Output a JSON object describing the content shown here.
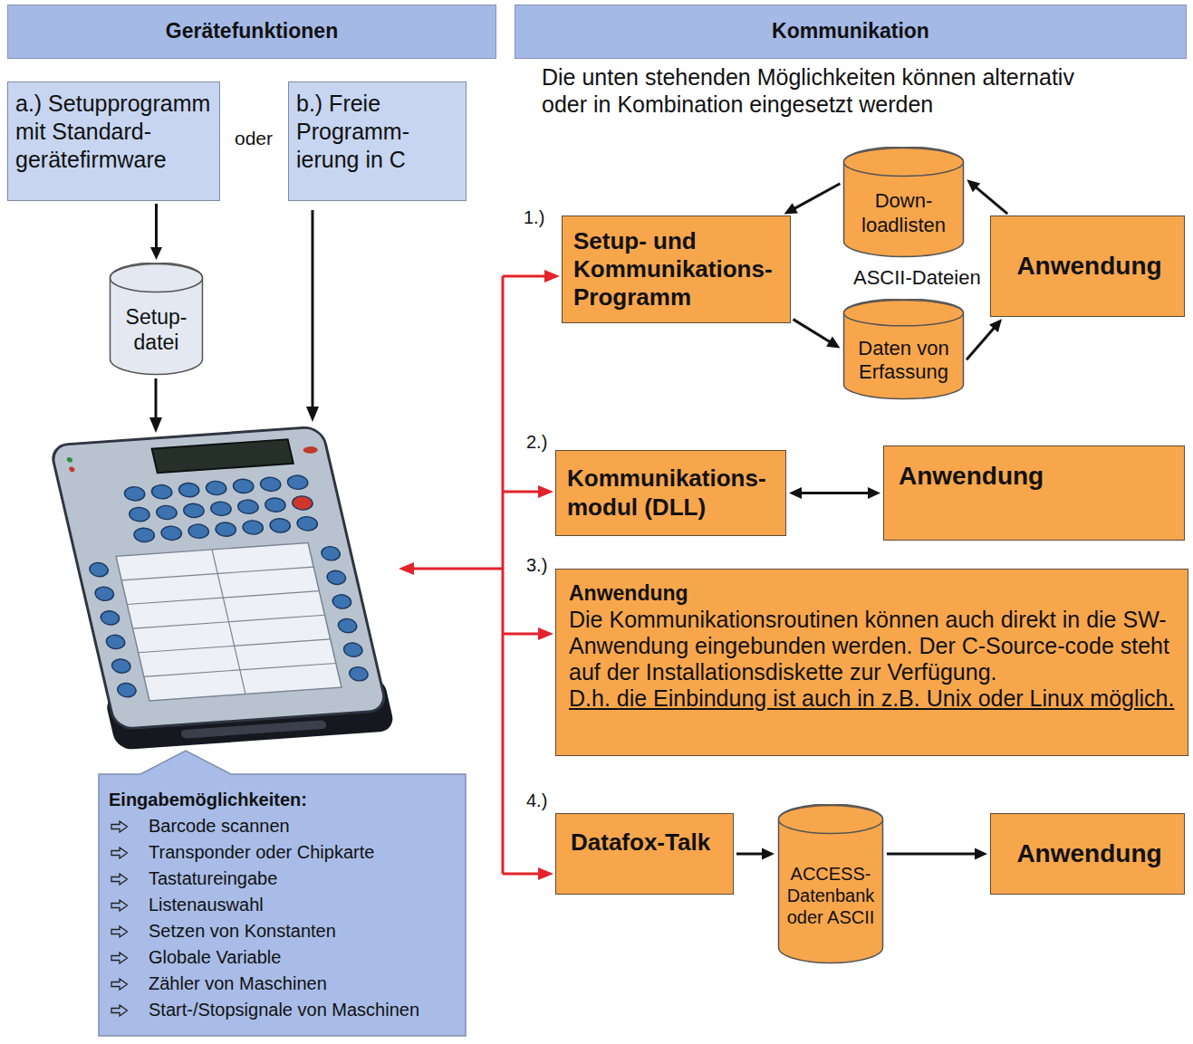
{
  "diagram": {
    "nodes": [
      {
        "text": [
          "Gerätefunktionen"
        ]
      },
      {
        "text": [
          "Kommunikation"
        ]
      },
      {
        "text": [
          "a.) Setupprogramm mit Standard- gerätefirmware"
        ]
      },
      {
        "text": [
          "b.) Freie Programm- ierung in C"
        ]
      },
      {
        "text": [
          "Setup- datei"
        ]
      },
      {
        "text": [
          "Eingabemöglichkeiten:",
          "Barcode scannen",
          "Transponder oder Chipkarte",
          "Tastatureingabe",
          "Listenauswahl",
          "Setzen von Konstanten",
          "Globale Variable",
          "Zähler von Maschinen",
          "Start-/Stopsignale von Maschinen"
        ]
      },
      {
        "text": [
          "Setup- und Kommunikations- Programm"
        ]
      },
      {
        "text": [
          "Down- loadlisten"
        ]
      },
      {
        "text": [
          "Anwendung"
        ]
      },
      {
        "text": [
          "Daten von Erfassung"
        ]
      },
      {
        "text": [
          "Kommunikations- modul (DLL)"
        ]
      },
      {
        "text": [
          "Anwendung"
        ]
      },
      {
        "text": [
          "Anwendung",
          "Die Kommunikationsroutinen können auch direkt in die SW- Anwendung eingebunden werden. Der C-Source-code steht auf der Installationsdiskette zur Verfügung.",
          "D.h. die Einbindung ist auch in z.B. Unix oder Linux möglich."
        ]
      },
      {
        "text": [
          "Datafox-Talk"
        ]
      },
      {
        "text": [
          "ACCESS- Datenbank oder ASCII"
        ]
      },
      {
        "text": [
          "Anwendung"
        ]
      }
    ],
    "edges": [
      {
        "from": 2,
        "to": 4,
        "arrow": "to"
      },
      {
        "from": 8,
        "to": 7,
        "arrow": "to"
      },
      {
        "from": 7,
        "to": 6,
        "arrow": "to"
      },
      {
        "from": 6,
        "to": 9,
        "arrow": "to"
      },
      {
        "from": 9,
        "to": 8,
        "arrow": "to"
      },
      {
        "from": 10,
        "to": 11,
        "arrow": "both"
      },
      {
        "from": 13,
        "to": 14,
        "arrow": "to"
      },
      {
        "from": 14,
        "to": 15,
        "arrow": "to"
      }
    ],
    "labels": [
      "oder",
      "Die unten stehenden Möglichkeiten können alternativ oder in Kombination eingesetzt werden",
      "1.)",
      "ASCII-Dateien",
      "2.)",
      "3.)",
      "4.)"
    ]
  }
}
